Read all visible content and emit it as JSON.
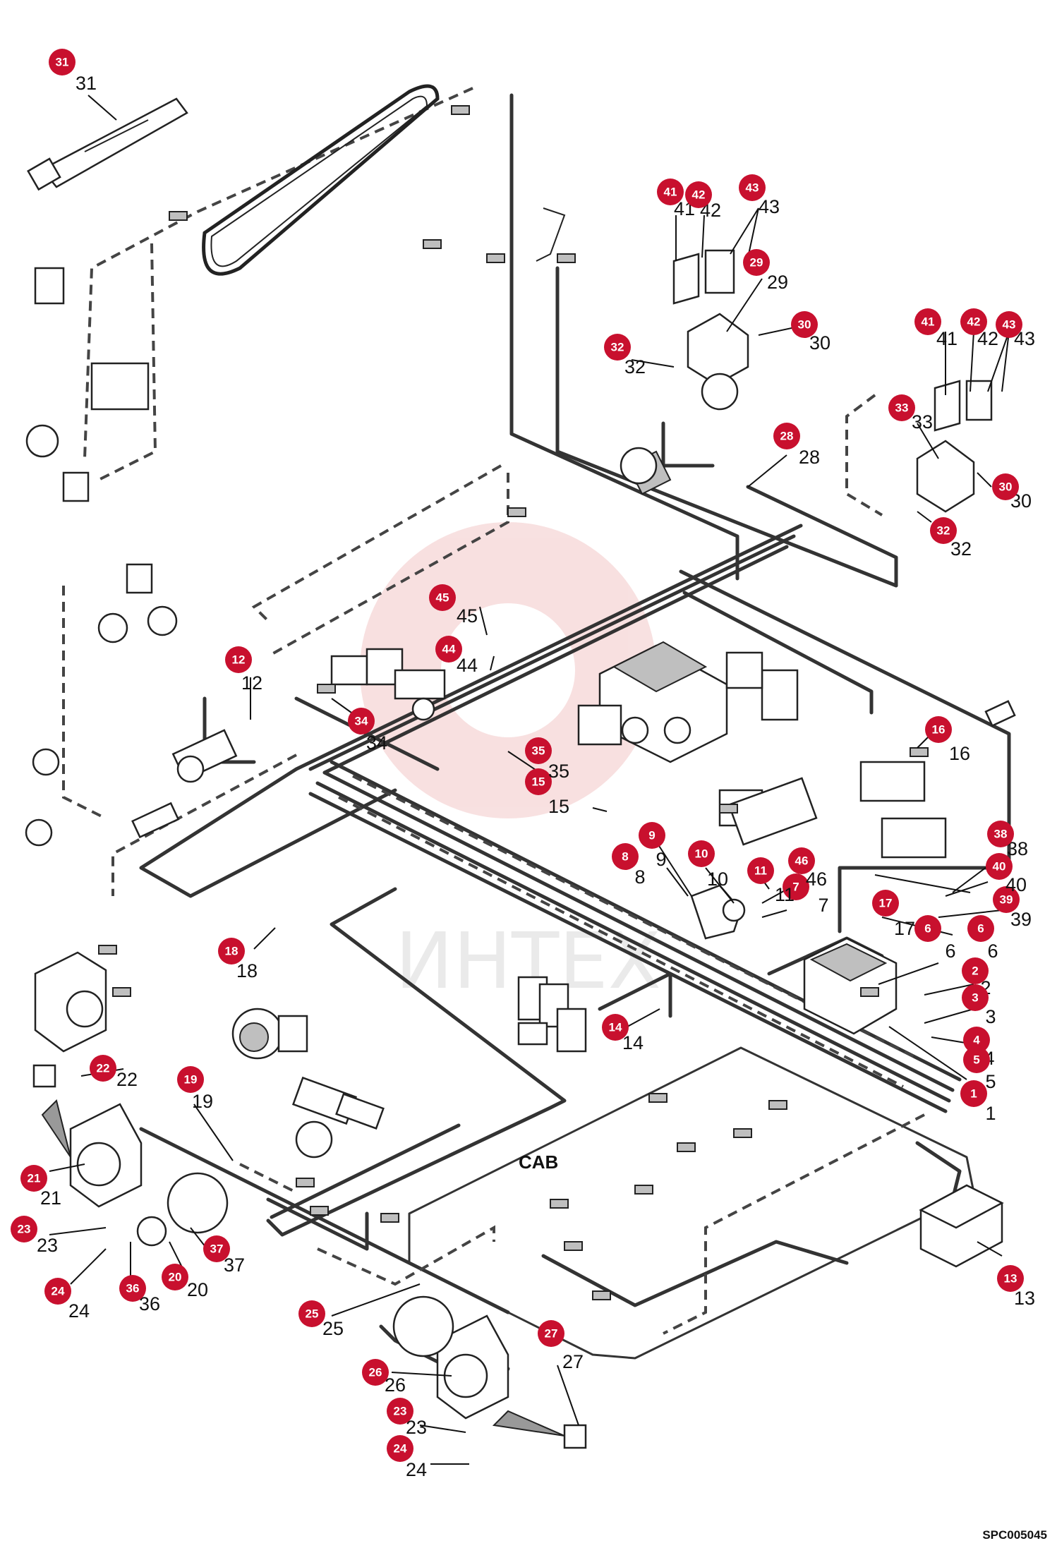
{
  "drawing_code": "SPC005045",
  "cab_label": "CAB",
  "watermark_text": "ИНТЕХ",
  "badge_color": "#c8102e",
  "callouts": [
    {
      "id": "1",
      "badge": "1"
    },
    {
      "id": "2",
      "badge": "2"
    },
    {
      "id": "3",
      "badge": "3"
    },
    {
      "id": "4",
      "badge": "4"
    },
    {
      "id": "5",
      "badge": "5"
    },
    {
      "id": "6a",
      "badge": "6"
    },
    {
      "id": "6b",
      "badge": "6"
    },
    {
      "id": "7",
      "badge": "7"
    },
    {
      "id": "8",
      "badge": "8"
    },
    {
      "id": "9",
      "badge": "9"
    },
    {
      "id": "10",
      "badge": "10"
    },
    {
      "id": "11",
      "badge": "11"
    },
    {
      "id": "12",
      "badge": "12"
    },
    {
      "id": "13",
      "badge": "13"
    },
    {
      "id": "14",
      "badge": "14"
    },
    {
      "id": "15",
      "badge": "15"
    },
    {
      "id": "16",
      "badge": "16"
    },
    {
      "id": "17",
      "badge": "17"
    },
    {
      "id": "18",
      "badge": "18"
    },
    {
      "id": "19",
      "badge": "19"
    },
    {
      "id": "20",
      "badge": "20"
    },
    {
      "id": "21",
      "badge": "21"
    },
    {
      "id": "22",
      "badge": "22"
    },
    {
      "id": "23a",
      "badge": "23"
    },
    {
      "id": "23b",
      "badge": "23"
    },
    {
      "id": "24a",
      "badge": "24"
    },
    {
      "id": "24b",
      "badge": "24"
    },
    {
      "id": "25",
      "badge": "25"
    },
    {
      "id": "26",
      "badge": "26"
    },
    {
      "id": "27",
      "badge": "27"
    },
    {
      "id": "28",
      "badge": "28"
    },
    {
      "id": "29",
      "badge": "29"
    },
    {
      "id": "30a",
      "badge": "30"
    },
    {
      "id": "30b",
      "badge": "30"
    },
    {
      "id": "31",
      "badge": "31"
    },
    {
      "id": "32a",
      "badge": "32"
    },
    {
      "id": "32b",
      "badge": "32"
    },
    {
      "id": "33",
      "badge": "33"
    },
    {
      "id": "34",
      "badge": "34"
    },
    {
      "id": "35",
      "badge": "35"
    },
    {
      "id": "36",
      "badge": "36"
    },
    {
      "id": "37",
      "badge": "37"
    },
    {
      "id": "38",
      "badge": "38"
    },
    {
      "id": "39",
      "badge": "39"
    },
    {
      "id": "40",
      "badge": "40"
    },
    {
      "id": "41a",
      "badge": "41"
    },
    {
      "id": "41b",
      "badge": "41"
    },
    {
      "id": "42a",
      "badge": "42"
    },
    {
      "id": "42b",
      "badge": "42"
    },
    {
      "id": "43a",
      "badge": "43"
    },
    {
      "id": "43b",
      "badge": "43"
    },
    {
      "id": "44",
      "badge": "44"
    },
    {
      "id": "45",
      "badge": "45"
    },
    {
      "id": "46",
      "badge": "46"
    }
  ]
}
